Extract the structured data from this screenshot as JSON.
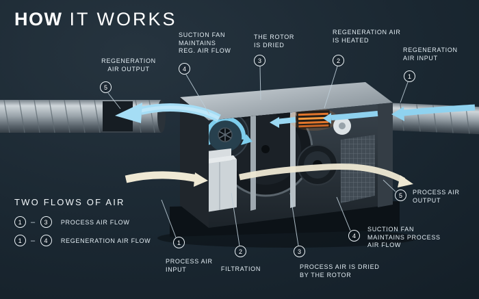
{
  "title": {
    "bold": "HOW",
    "light": "IT WORKS"
  },
  "callouts": {
    "reg_output": {
      "num": "5",
      "label": "REGENERATION\nAIR OUTPUT"
    },
    "reg_fan": {
      "num": "4",
      "label": "SUCTION FAN\nMAINTAINS\nREG. AIR FLOW"
    },
    "rotor_dried": {
      "num": "3",
      "label": "THE ROTOR\nIS DRIED"
    },
    "reg_heated": {
      "num": "2",
      "label": "REGENERATION AIR\nIS HEATED"
    },
    "reg_input": {
      "num": "1",
      "label": "REGENERATION\nAIR INPUT"
    },
    "process_output": {
      "num": "5",
      "label": "PROCESS AIR\nOUTPUT"
    },
    "process_fan": {
      "num": "4",
      "label": "SUCTION FAN\nMAINTAINS PROCESS\nAIR FLOW"
    },
    "process_dried": {
      "num": "3",
      "label": "PROCESS AIR IS DRIED\nBY THE ROTOR"
    },
    "filtration": {
      "num": "2",
      "label": "FILTRATION"
    },
    "process_input": {
      "num": "1",
      "label": "PROCESS AIR\nINPUT"
    }
  },
  "legend": {
    "heading": "TWO FLOWS OF AIR",
    "items": [
      {
        "from": "1",
        "dash": "–",
        "to": "3",
        "label": "PROCESS AIR FLOW"
      },
      {
        "from": "1",
        "dash": "–",
        "to": "4",
        "label": "REGENERATION AIR FLOW"
      }
    ]
  },
  "colors": {
    "background": "#1a2731",
    "regeneration_air": "#8fd2ef",
    "process_air": "#efe9d4",
    "text": "#ffffff"
  }
}
